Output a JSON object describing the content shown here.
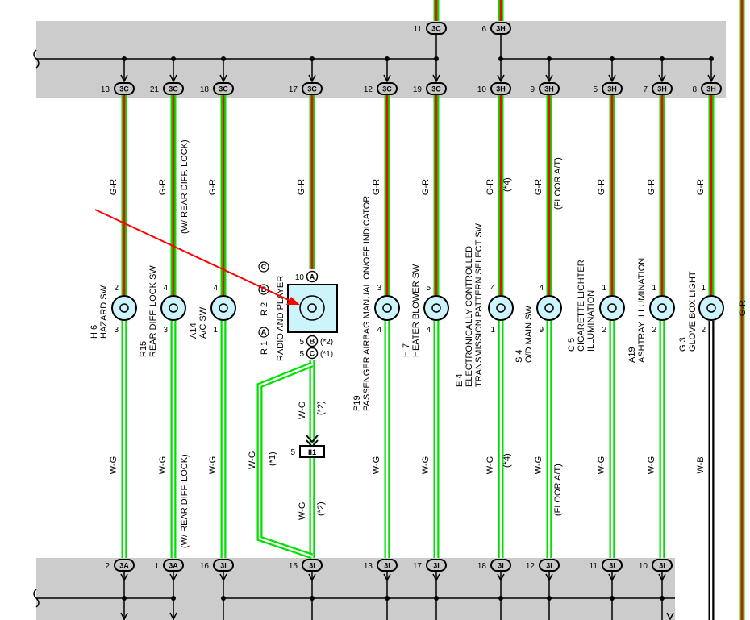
{
  "diagram": {
    "top_connectors": [
      {
        "pin": "13",
        "id": "3C",
        "wire": "G-R"
      },
      {
        "pin": "21",
        "id": "3C",
        "wire": "G-R"
      },
      {
        "pin": "18",
        "id": "3C",
        "wire": "G-R"
      },
      {
        "pin": "17",
        "id": "3C",
        "wire": "G-R"
      },
      {
        "pin": "12",
        "id": "3C",
        "wire": "G-R"
      },
      {
        "pin": "19",
        "id": "3C",
        "wire": "G-R"
      },
      {
        "pin": "10",
        "id": "3H",
        "wire": "G-R"
      },
      {
        "pin": "9",
        "id": "3H",
        "wire": "G-R"
      },
      {
        "pin": "5",
        "id": "3H",
        "wire": "G-R"
      },
      {
        "pin": "7",
        "id": "3H",
        "wire": "G-R"
      },
      {
        "pin": "8",
        "id": "3H",
        "wire": "G-R"
      }
    ],
    "feed_connectors": [
      {
        "pin": "11",
        "id": "3C"
      },
      {
        "pin": "6",
        "id": "3H"
      }
    ],
    "bottom_connectors": [
      {
        "pin": "2",
        "id": "3A",
        "wire": "W-G"
      },
      {
        "pin": "1",
        "id": "3A",
        "wire": "W-G"
      },
      {
        "pin": "16",
        "id": "3I",
        "wire": "W-G"
      },
      {
        "pin": "15",
        "id": "3I",
        "wire": "W-G"
      },
      {
        "pin": "13",
        "id": "3I",
        "wire": "W-G"
      },
      {
        "pin": "17",
        "id": "3I",
        "wire": "W-G"
      },
      {
        "pin": "18",
        "id": "3I",
        "wire": "W-G"
      },
      {
        "pin": "12",
        "id": "3I",
        "wire": "W-G"
      },
      {
        "pin": "11",
        "id": "3I",
        "wire": "W-G"
      },
      {
        "pin": "10",
        "id": "3I",
        "wire": "W-G"
      }
    ],
    "components": [
      {
        "code": "H 6",
        "name": "HAZARD SW",
        "pin_in": "2",
        "pin_out": "3"
      },
      {
        "code": "R15",
        "name": "REAR DIFF. LOCK SW",
        "pin_in": "4",
        "pin_out": "3"
      },
      {
        "code": "A14",
        "name": "A/C SW",
        "pin_in": "4",
        "pin_out": "1"
      },
      {
        "code": "R 1",
        "name": "RADIO AND PLAYER",
        "alt_code": "R 2"
      },
      {
        "code": "P19",
        "name": "PASSENGER AIRBAG MANUAL ON/OFF INDICATOR",
        "pin_in": "3",
        "pin_out": "4"
      },
      {
        "code": "H 7",
        "name": "HEATER BLOWER SW",
        "pin_in": "5",
        "pin_out": "4"
      },
      {
        "code": "E 4",
        "name": "ELECTRONICALLY CONTROLLED",
        "name2": "TRANSMISSION PATTERN SELECT SW",
        "pin_in": "4",
        "pin_out": "1"
      },
      {
        "code": "S 4",
        "name": "O/D MAIN SW",
        "pin_in": "4",
        "pin_out": "9"
      },
      {
        "code": "C 5",
        "name": "CIGARETTE LIGHTER",
        "name2": "ILLUMINATION",
        "pin_in": "1",
        "pin_out": "2"
      },
      {
        "code": "A19",
        "name": "ASHTRAY ILLUMINATION",
        "pin_in": "1",
        "pin_out": "2"
      },
      {
        "code": "G 3",
        "name": "GLOVE BOX LIGHT",
        "pin_in": "1",
        "pin_out": "2"
      }
    ],
    "radio": {
      "conn_a": "A",
      "conn_b": "B",
      "conn_c": "C",
      "pin_a": "10",
      "pin_b": "5",
      "pin_c": "5",
      "note_b": "(*2)",
      "note_c": "(*1)",
      "wire": "W-G",
      "note1": "(*1)",
      "note2": "(*2)",
      "junction_pin": "5",
      "junction_id": "II1"
    },
    "notes": {
      "rear_diff_top": "(W/ REAR DIFF.  LOCK)",
      "rear_diff_bottom": "(W/ REAR DIFF.  LOCK)",
      "e4_top": "(*4)",
      "e4_bottom": "(*4)",
      "s4_top": "(FLOOR A/T)",
      "s4_bottom": "(FLOOR A/T)"
    },
    "glove_box_wire_bottom": "W-B",
    "right_wire": "G-R",
    "colors": {
      "green": "#00e000",
      "red": "#ff0000",
      "white": "#ffffff",
      "black": "#000000",
      "connector_fill": "#c8c8c8",
      "component_fill": "#ccf4fa",
      "band": "#cccccc",
      "arrow": "#ff0000"
    }
  }
}
